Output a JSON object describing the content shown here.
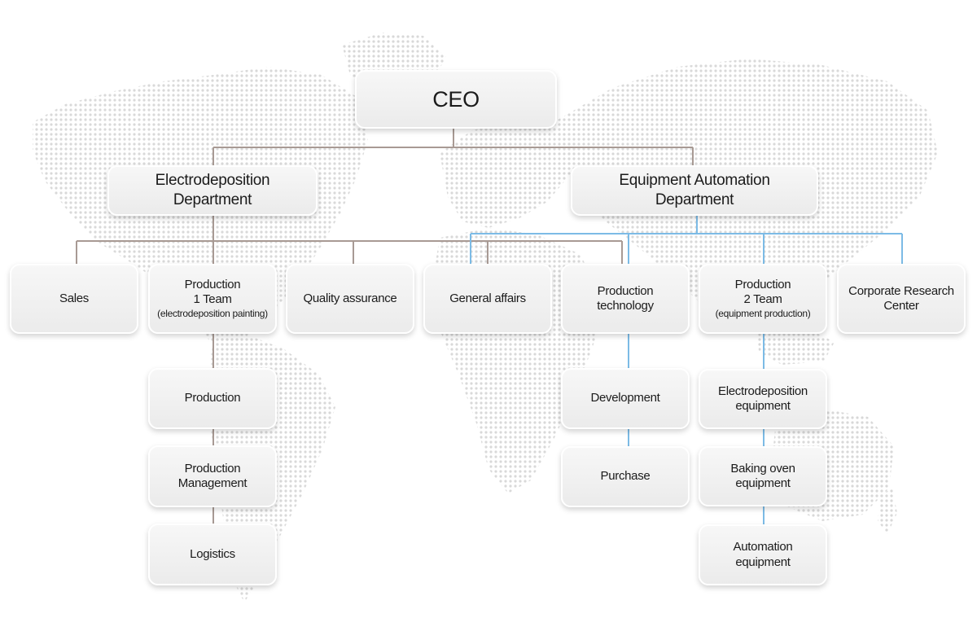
{
  "colors": {
    "left_branch_line": "#a89a94",
    "right_branch_line": "#7cbbe6",
    "map_dots": "#cccccc",
    "box_text": "#1b1b1b"
  },
  "org": {
    "ceo": "CEO",
    "left_dept": {
      "l1": "Electrodeposition",
      "l2": "Department"
    },
    "right_dept": {
      "l1": "Equipment Automation",
      "l2": "Department"
    },
    "units": {
      "sales": "Sales",
      "prod1": {
        "l1": "Production",
        "l2": "1 Team",
        "sub": "(electrodeposition painting)"
      },
      "quality": "Quality assurance",
      "general": "General affairs",
      "prodtech": {
        "l1": "Production",
        "l2": "technology"
      },
      "prod2": {
        "l1": "Production",
        "l2": "2 Team",
        "sub": "(equipment production)"
      },
      "research": {
        "l1": "Corporate Research",
        "l2": "Center"
      }
    },
    "sub_units": {
      "production": "Production",
      "prod_mgmt": {
        "l1": "Production",
        "l2": "Management"
      },
      "logistics": "Logistics",
      "development": "Development",
      "purchase": "Purchase",
      "edep_equip": {
        "l1": "Electrodeposition",
        "l2": "equipment"
      },
      "oven_equip": {
        "l1": "Baking oven",
        "l2": "equipment"
      },
      "auto_equip": {
        "l1": "Automation",
        "l2": "equipment"
      }
    }
  }
}
